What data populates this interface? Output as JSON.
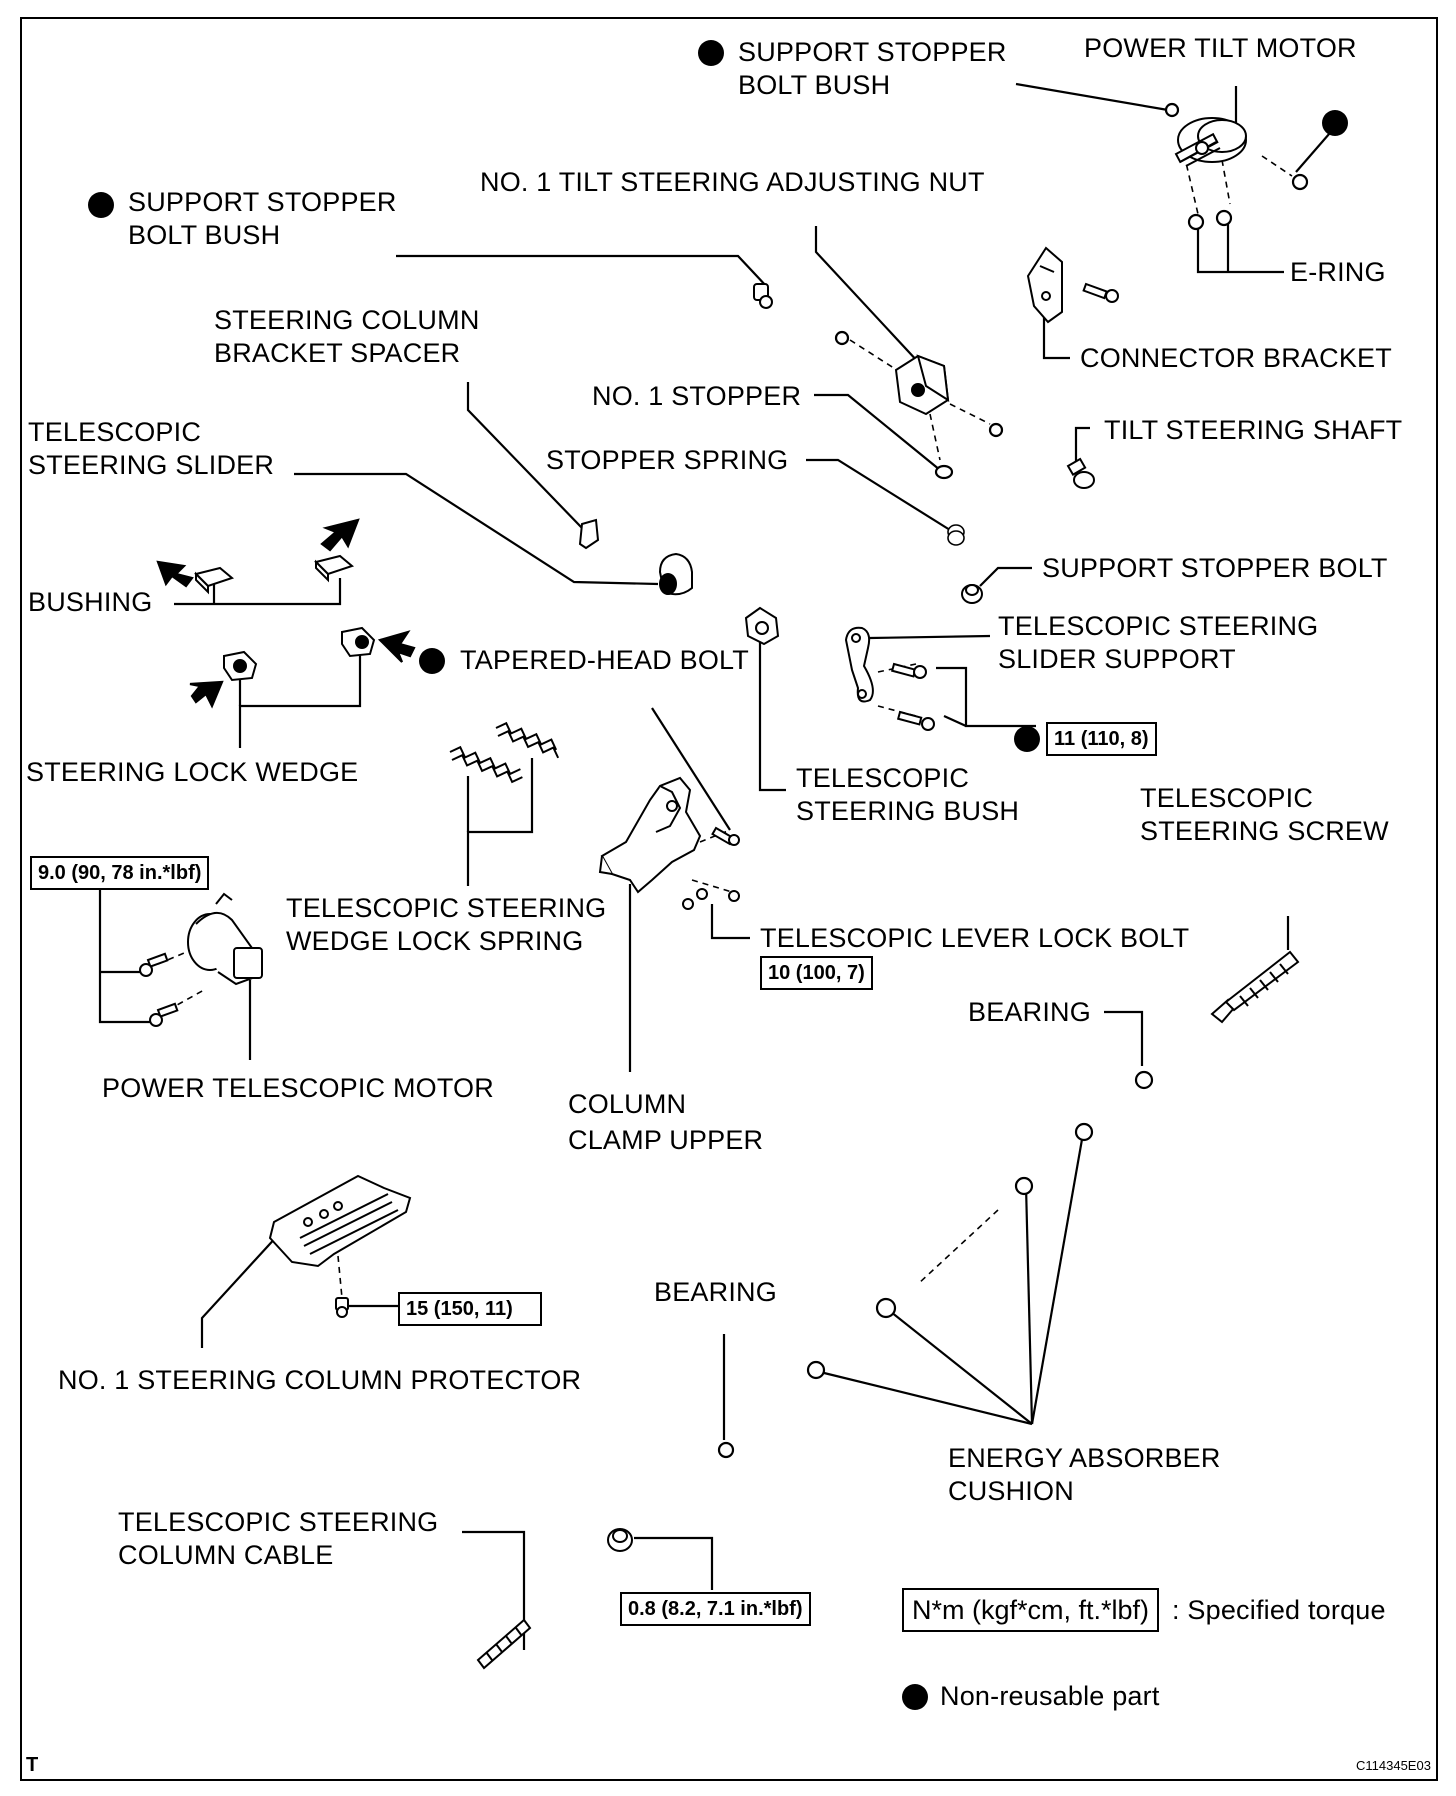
{
  "labels": {
    "support_stopper_bolt_bush_top": "SUPPORT STOPPER\nBOLT BUSH",
    "power_tilt_motor": "POWER TILT MOTOR",
    "support_stopper_bolt_bush_left": "SUPPORT STOPPER\nBOLT BUSH",
    "no1_tilt_steering_adjusting_nut": "NO. 1 TILT STEERING ADJUSTING NUT",
    "e_ring": "E-RING",
    "steering_column_bracket_spacer": "STEERING COLUMN\nBRACKET SPACER",
    "connector_bracket": "CONNECTOR BRACKET",
    "no1_stopper": "NO. 1 STOPPER",
    "telescopic_steering_slider": "TELESCOPIC\nSTEERING SLIDER",
    "tilt_steering_shaft": "TILT STEERING SHAFT",
    "stopper_spring": "STOPPER SPRING",
    "bushing": "BUSHING",
    "support_stopper_bolt": "SUPPORT STOPPER BOLT",
    "telescopic_steering_slider_support": "TELESCOPIC STEERING\nSLIDER SUPPORT",
    "tapered_head_bolt": "TAPERED-HEAD BOLT",
    "steering_lock_wedge": "STEERING LOCK WEDGE",
    "telescopic_steering_bush": "TELESCOPIC\nSTEERING BUSH",
    "telescopic_steering_screw": "TELESCOPIC\nSTEERING SCREW",
    "telescopic_steering_wedge_lock_spring": "TELESCOPIC STEERING\nWEDGE LOCK SPRING",
    "telescopic_lever_lock_bolt": "TELESCOPIC LEVER LOCK BOLT",
    "bearing_upper": "BEARING",
    "power_telescopic_motor": "POWER TELESCOPIC MOTOR",
    "column_clamp_upper": "COLUMN\nCLAMP UPPER",
    "bearing_lower": "BEARING",
    "no1_steering_column_protector": "NO. 1 STEERING COLUMN PROTECTOR",
    "energy_absorber_cushion": "ENERGY ABSORBER\nCUSHION",
    "telescopic_steering_column_cable": "TELESCOPIC STEERING\nCOLUMN CABLE"
  },
  "torques": {
    "slider_support": "11 (110, 8)",
    "telescopic_motor": "9.0 (90, 78 in.*lbf)",
    "lever_lock_bolt": "10 (100, 7)",
    "protector": "15 (150, 11)",
    "cable": "0.8 (8.2, 7.1 in.*lbf)"
  },
  "legend": {
    "torque_box": "N*m (kgf*cm, ft.*lbf)",
    "torque_text": ": Specified torque",
    "nonreusable_text": "Non-reusable part"
  },
  "corner_mark": "T",
  "figure_code": "C114345E03"
}
